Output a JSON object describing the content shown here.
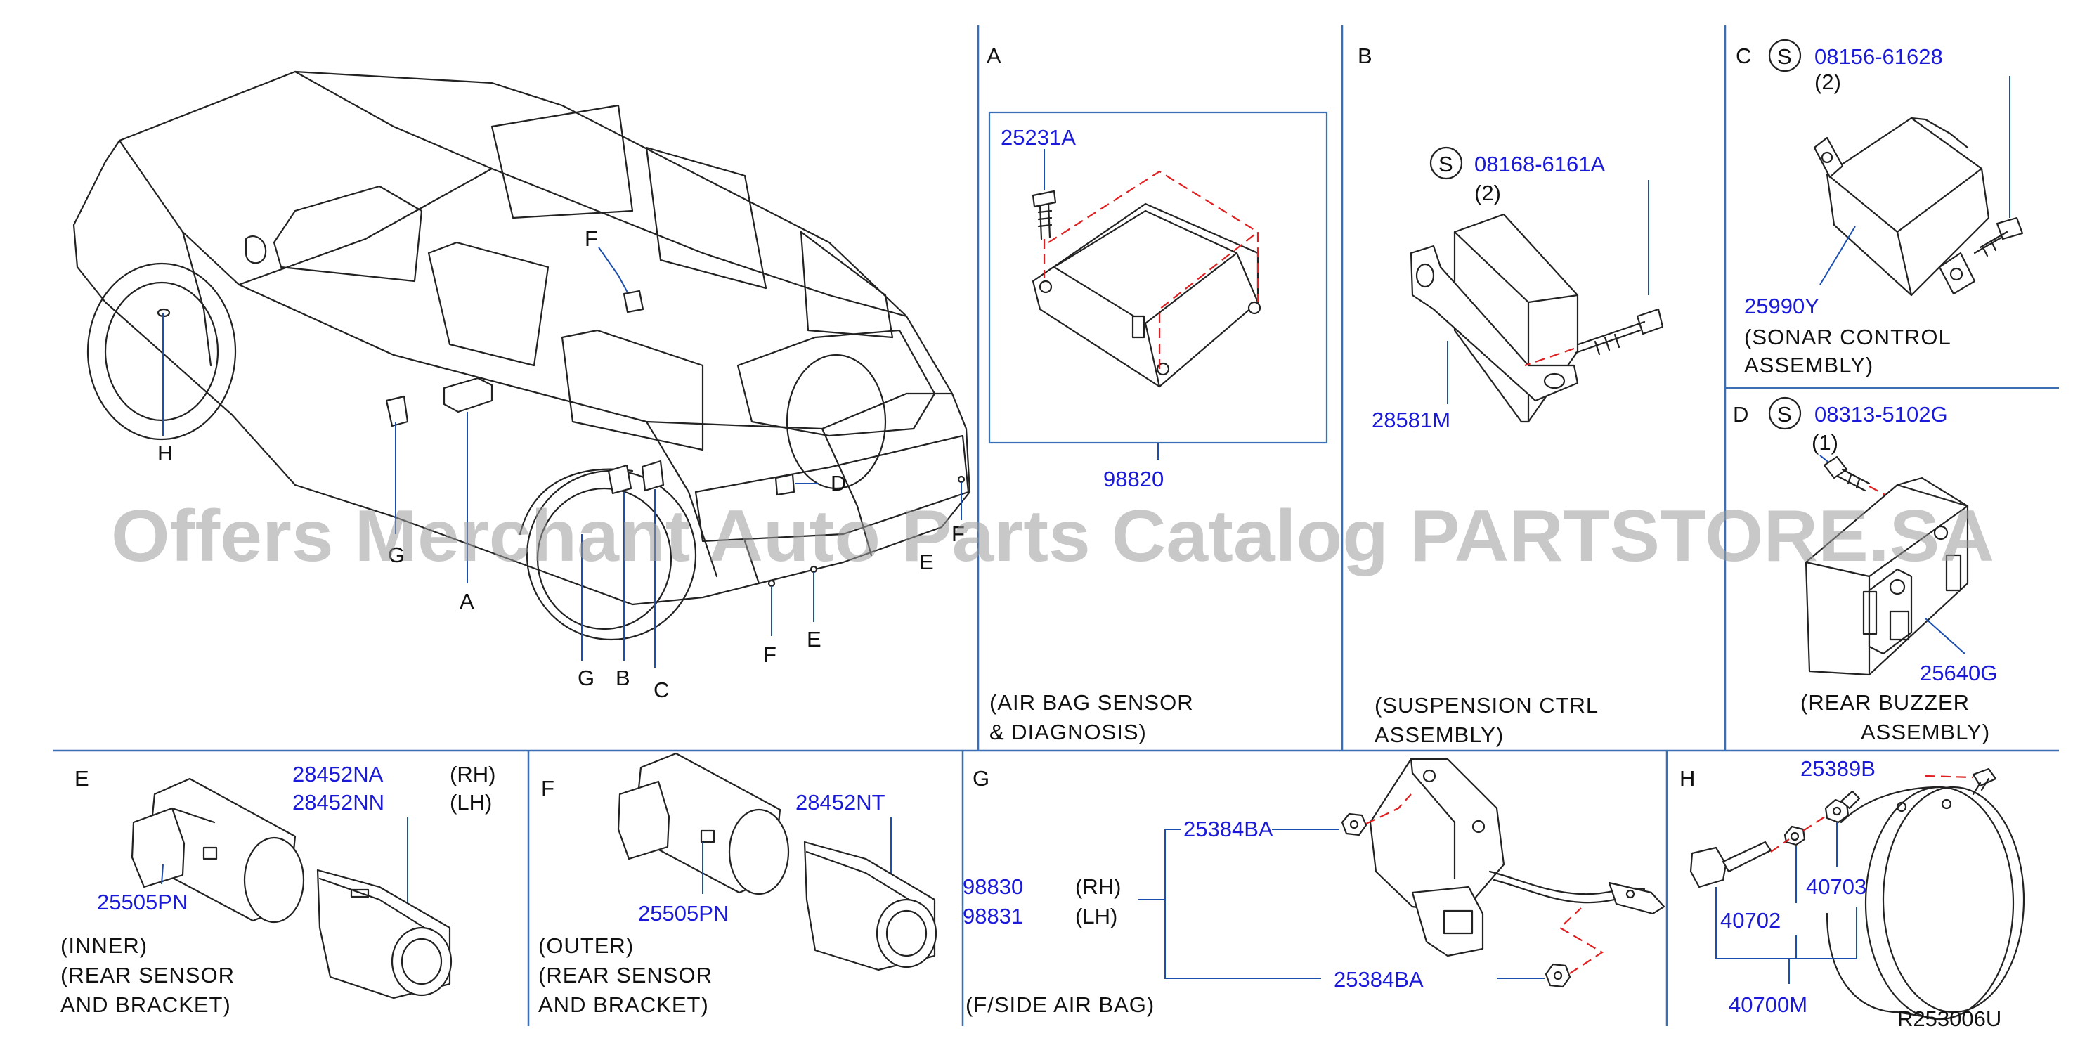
{
  "colors": {
    "part_number": "#1a1ad8",
    "divider": "#3a6fb5",
    "dashed_guide": "#e02020",
    "ink": "#222222"
  },
  "watermark": "Offers Merchant Auto Parts Catalog PARTSTORE.SA",
  "drawing_id": "R253006U",
  "callouts": {
    "H": "H",
    "G": "G",
    "A": "A",
    "B": "B",
    "C": "C",
    "D": "D",
    "E1": "E",
    "E2": "E",
    "F1": "F",
    "F2": "F",
    "F3": "F"
  },
  "sections": {
    "A": {
      "label": "A",
      "parts": [
        "25231A",
        "98820"
      ],
      "caption": [
        "(AIR  BAG  SENSOR",
        "&  DIAGNOSIS)"
      ]
    },
    "B": {
      "label": "B",
      "s_mark": "S",
      "parts": [
        "08168-6161A",
        "28581M"
      ],
      "qty": "(2)",
      "caption": [
        "(SUSPENSION  CTRL",
        "ASSEMBLY)"
      ]
    },
    "C": {
      "label": "C",
      "s_mark": "S",
      "parts": [
        "08156-61628",
        "25990Y"
      ],
      "qty": "(2)",
      "caption": [
        "(SONAR  CONTROL",
        "ASSEMBLY)"
      ]
    },
    "D": {
      "label": "D",
      "s_mark": "S",
      "parts": [
        "08313-5102G",
        "25640G"
      ],
      "qty": "(1)",
      "caption": [
        "(REAR  BUZZER",
        "ASSEMBLY)"
      ]
    },
    "E": {
      "label": "E",
      "parts": [
        "28452NA",
        "28452NN",
        "25505PN"
      ],
      "sides": [
        "(RH)",
        "(LH)"
      ],
      "caption": [
        "(INNER)",
        "(REAR  SENSOR",
        "AND  BRACKET)"
      ]
    },
    "F": {
      "label": "F",
      "parts": [
        "28452NT",
        "25505PN"
      ],
      "caption": [
        "(OUTER)",
        "(REAR  SENSOR",
        "AND  BRACKET)"
      ]
    },
    "G": {
      "label": "G",
      "parts": [
        "25384BA",
        "98830",
        "98831",
        "25384BA"
      ],
      "sides": [
        "(RH)",
        "(LH)"
      ],
      "caption": [
        "(F/SIDE  AIR  BAG)"
      ]
    },
    "H": {
      "label": "H",
      "parts": [
        "25389B",
        "40703",
        "40702",
        "40700M"
      ]
    }
  }
}
